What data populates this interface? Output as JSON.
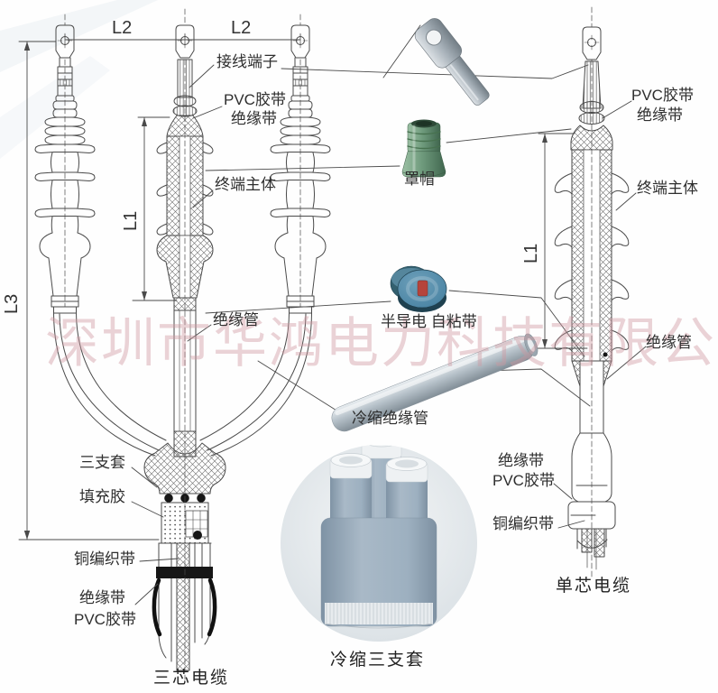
{
  "watermark": {
    "text": "深圳市华鸿电力科技有限公司",
    "color": "#cf98a0"
  },
  "drawing_left": {
    "caption": "三芯电缆",
    "dimensions": {
      "l1": "L1",
      "l2": "L2",
      "l3": "L3"
    },
    "labels": {
      "terminal_lug": "接线端子",
      "pvc_tape_top_line1": "PVC胶带",
      "pvc_tape_top_line2": "绝缘带",
      "termination_body": "终端主体",
      "insulation_tube": "绝缘管",
      "three_way_boot": "三支套",
      "filler_glue": "填充胶",
      "copper_braid": "铜编织带",
      "tape_bottom_line1": "绝缘带",
      "tape_bottom_line2": "PVC胶带"
    }
  },
  "drawing_right": {
    "caption": "单芯电缆",
    "dimensions": {
      "l1": "L1"
    },
    "labels": {
      "pvc_tape_top_line1": "PVC胶带",
      "pvc_tape_top_line2": "绝缘带",
      "termination_body": "终端主体",
      "insulation_tube": "绝缘管",
      "tape_bottom_line1": "绝缘带",
      "tape_bottom_line2": "PVC胶带",
      "copper_braid": "铜编织带"
    }
  },
  "products": {
    "cap_label": "罩帽",
    "semicon_tape_label": "半导电 自粘带",
    "cold_shrink_tube_label": "冷缩绝缘管",
    "cold_shrink_boot_label": "冷缩三支套"
  },
  "colors": {
    "line": "#4a4a4a",
    "cap_green": "#6f9b7d",
    "tape_blue": "#4e87a6",
    "tube_gray": "#b7c2ca",
    "boot_gray": "#9db0c0"
  }
}
